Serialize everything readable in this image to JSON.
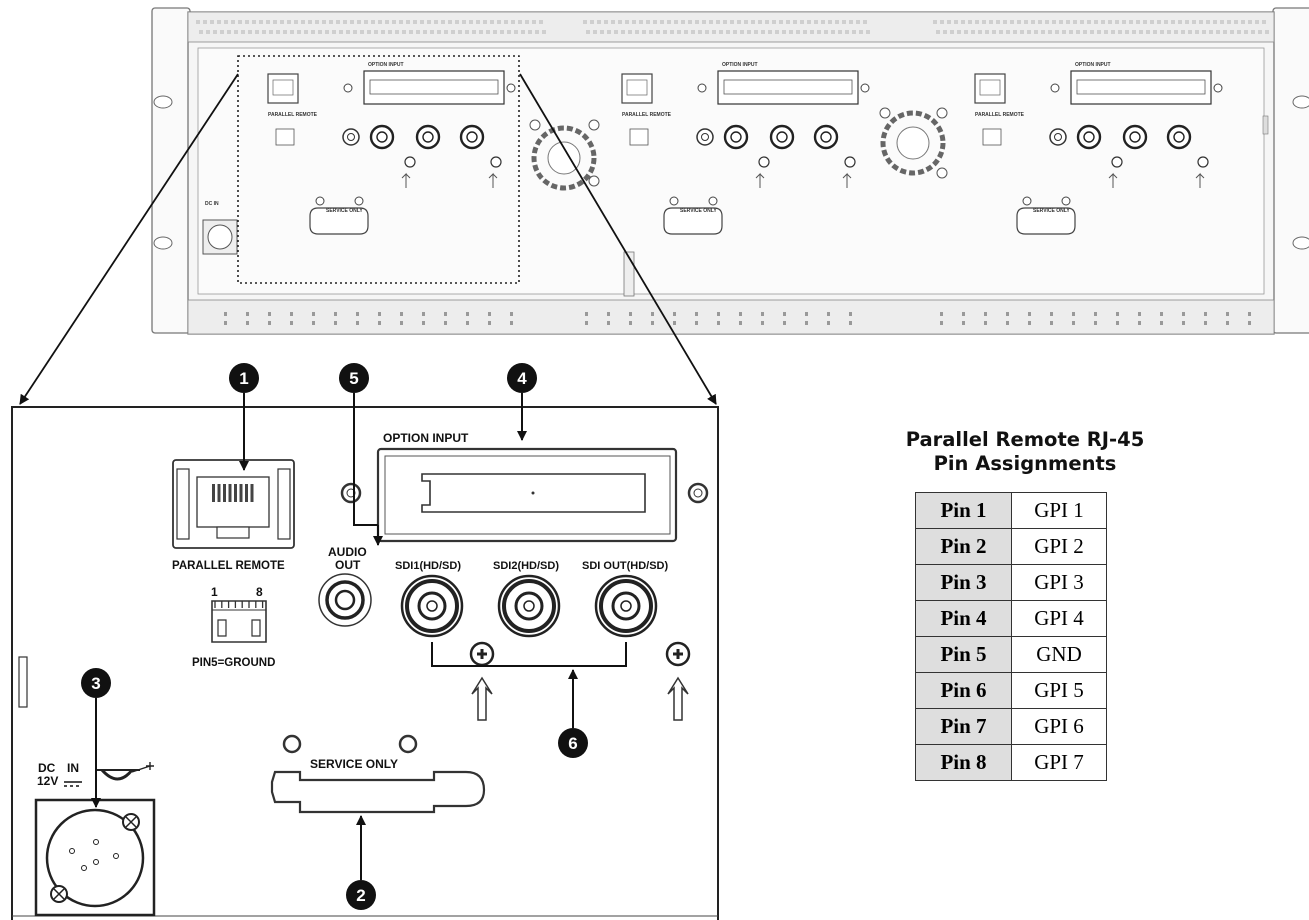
{
  "callouts": [
    "1",
    "2",
    "3",
    "4",
    "5",
    "6"
  ],
  "panel_labels": {
    "option_input": "OPTION INPUT",
    "parallel_remote": "PARALLEL REMOTE",
    "pin_range_1": "1",
    "pin_range_8": "8",
    "pin5_ground": "PIN5=GROUND",
    "audio_out_line1": "AUDIO",
    "audio_out_line2": "OUT",
    "sdi1": "SDI1(HD/SD)",
    "sdi2": "SDI2(HD/SD)",
    "sdi_out": "SDI OUT(HD/SD)",
    "service_only": "SERVICE ONLY",
    "dc": "DC",
    "in": "IN",
    "voltage": "12V"
  },
  "pin_table": {
    "title_line1": "Parallel Remote RJ-45",
    "title_line2": "Pin Assignments",
    "rows": [
      {
        "pin": "Pin 1",
        "fn": "GPI 1"
      },
      {
        "pin": "Pin 2",
        "fn": "GPI 2"
      },
      {
        "pin": "Pin 3",
        "fn": "GPI 3"
      },
      {
        "pin": "Pin 4",
        "fn": "GPI 4"
      },
      {
        "pin": "Pin 5",
        "fn": "GND"
      },
      {
        "pin": "Pin 6",
        "fn": "GPI 5"
      },
      {
        "pin": "Pin 7",
        "fn": "GPI 6"
      },
      {
        "pin": "Pin 8",
        "fn": "GPI 7"
      }
    ]
  }
}
